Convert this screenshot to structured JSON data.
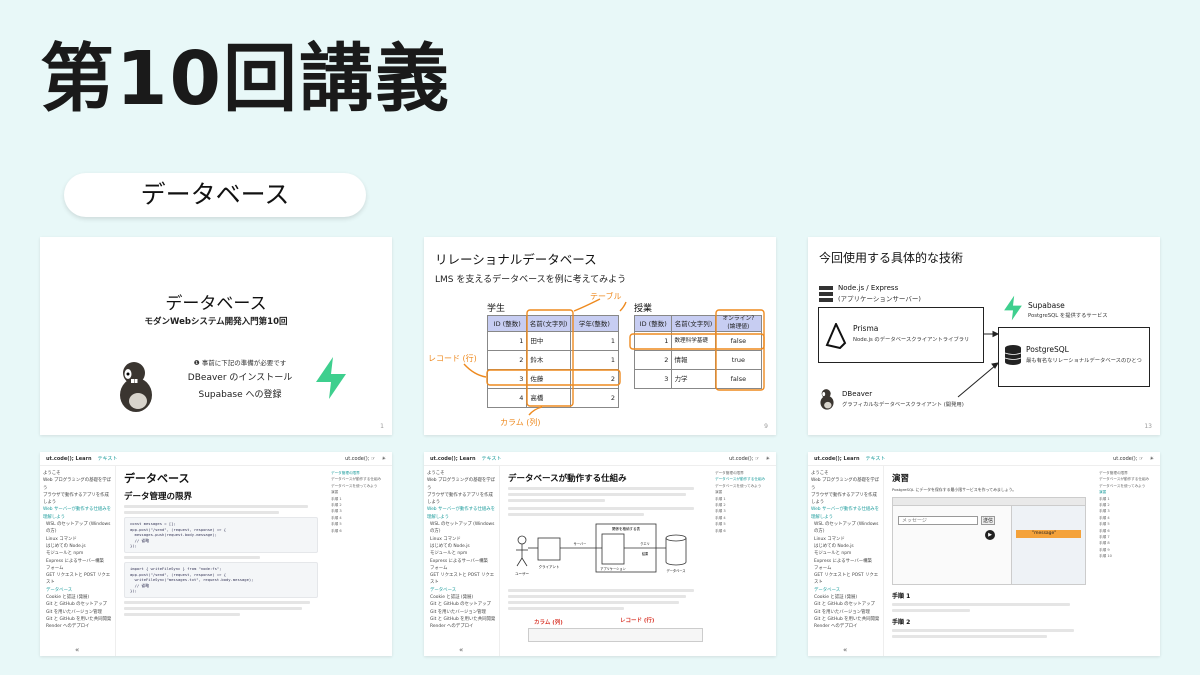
{
  "header": {
    "title": "第10回講義",
    "topic": "データベース"
  },
  "slide1": {
    "title": "データベース",
    "subtitle": "モダンWebシステム開発入門第10回",
    "prep_icon": "❶",
    "prep": "事前に下記の準備が必要です",
    "line1": "DBeaver のインストール",
    "line2": "Supabase への登録",
    "page": "1"
  },
  "slide2": {
    "title": "リレーショナルデータベース",
    "sub": "LMS を支えるデータベースを例に考えてみよう",
    "table1_label": "学生",
    "table2_label": "授業",
    "label_table": "テーブル",
    "label_record": "レコード (行)",
    "label_column": "カラム (列)",
    "students": {
      "headers": [
        "ID (整数)",
        "名前(文字列)",
        "学年(整数)"
      ],
      "rows": [
        [
          "1",
          "田中",
          "1"
        ],
        [
          "2",
          "鈴木",
          "1"
        ],
        [
          "3",
          "佐藤",
          "2"
        ],
        [
          "4",
          "高橋",
          "2"
        ]
      ]
    },
    "classes": {
      "headers": [
        "ID (整数)",
        "名前(文字列)",
        "オンライン?",
        "(論理値)"
      ],
      "rows": [
        [
          "1",
          "数理科学基礎",
          "false"
        ],
        [
          "2",
          "情報",
          "true"
        ],
        [
          "3",
          "力学",
          "false"
        ]
      ]
    },
    "page": "9"
  },
  "slide3": {
    "title": "今回使用する具体的な技術",
    "node": "Node.js / Express",
    "node_sub": "(アプリケーションサーバー)",
    "prisma": "Prisma",
    "prisma_sub": "Node.js のデータベースクライアントライブラリ",
    "supabase": "Supabase",
    "supabase_sub": "PostgreSQL を提供するサービス",
    "postgres": "PostgreSQL",
    "postgres_sub": "最も有名なリレーショナルデータベースのひとつ",
    "dbeaver": "DBeaver",
    "dbeaver_sub": "グラフィカルなデータベースクライアント (開発用)",
    "page": "13"
  },
  "docs": {
    "brand": "ut.code(); Learn",
    "section": "テキスト",
    "brand_right": "ut.code(); ☞",
    "collapse": "«",
    "nav": [
      "ようこそ",
      "Web プログラミングの基礎を学ぼう",
      "ブラウザで動作するアプリを作成しよう",
      "Web サーバーが動作する仕組みを理解しよう",
      "WSL のセットアップ (Windows の方)",
      "Linux コマンド",
      "はじめての Node.js",
      "モジュールと npm",
      "Express によるサーバー構築",
      "フォーム",
      "GET リクエストと POST リクエスト",
      "データベース",
      "Cookie と認証 (発展)",
      "Git と GitHub のセットアップ",
      "Git を用いたバージョン管理",
      "Git と GitHub を用いた共同開発",
      "Render へのデプロイ"
    ],
    "toc": [
      "データ管理の限界",
      "データベースが動作する仕組み",
      "データベースを使ってみよう",
      "演習",
      "手順 1",
      "手順 2",
      "手順 3",
      "手順 4",
      "手順 5",
      "手順 6",
      "手順 7",
      "手順 8",
      "手順 9",
      "手順 10"
    ],
    "d1": {
      "h1": "データベース",
      "h2": "データ管理の限界",
      "code1": "const messages = [];\napp.post(\"/send\", (request, response) => {\n  messages.push(request.body.message);\n  // 省略\n});",
      "code2": "import { writeFileSync } from \"node:fs\";\napp.post(\"/send\", (request, response) => {\n  writeFileSync(\"messages.txt\", request.body.message);\n  // 省略\n});"
    },
    "d2": {
      "h2": "データベースが動作する仕組み",
      "col": "カラム (列)",
      "rec": "レコード (行)",
      "diagram_title": "関係を格納する表",
      "user": "ユーザー",
      "client": "クライアント",
      "server": "サーバー",
      "app": "アプリケーション",
      "db": "データベース",
      "q": "クエリ",
      "r": "結果"
    },
    "d3": {
      "h2": "演習",
      "intro": "PostgreSQL にデータを保存する最小限サービスを作ってみましょう。",
      "placeholder": "メッセージ",
      "send": "送信",
      "tag": "\"message\"",
      "step1": "手順 1",
      "step2": "手順 2"
    }
  },
  "colors": {
    "bg": "#e8f8f8",
    "orange": "#ee8a1f",
    "table_head": "#c7cdf2",
    "supabase": "#3ecf8e"
  }
}
